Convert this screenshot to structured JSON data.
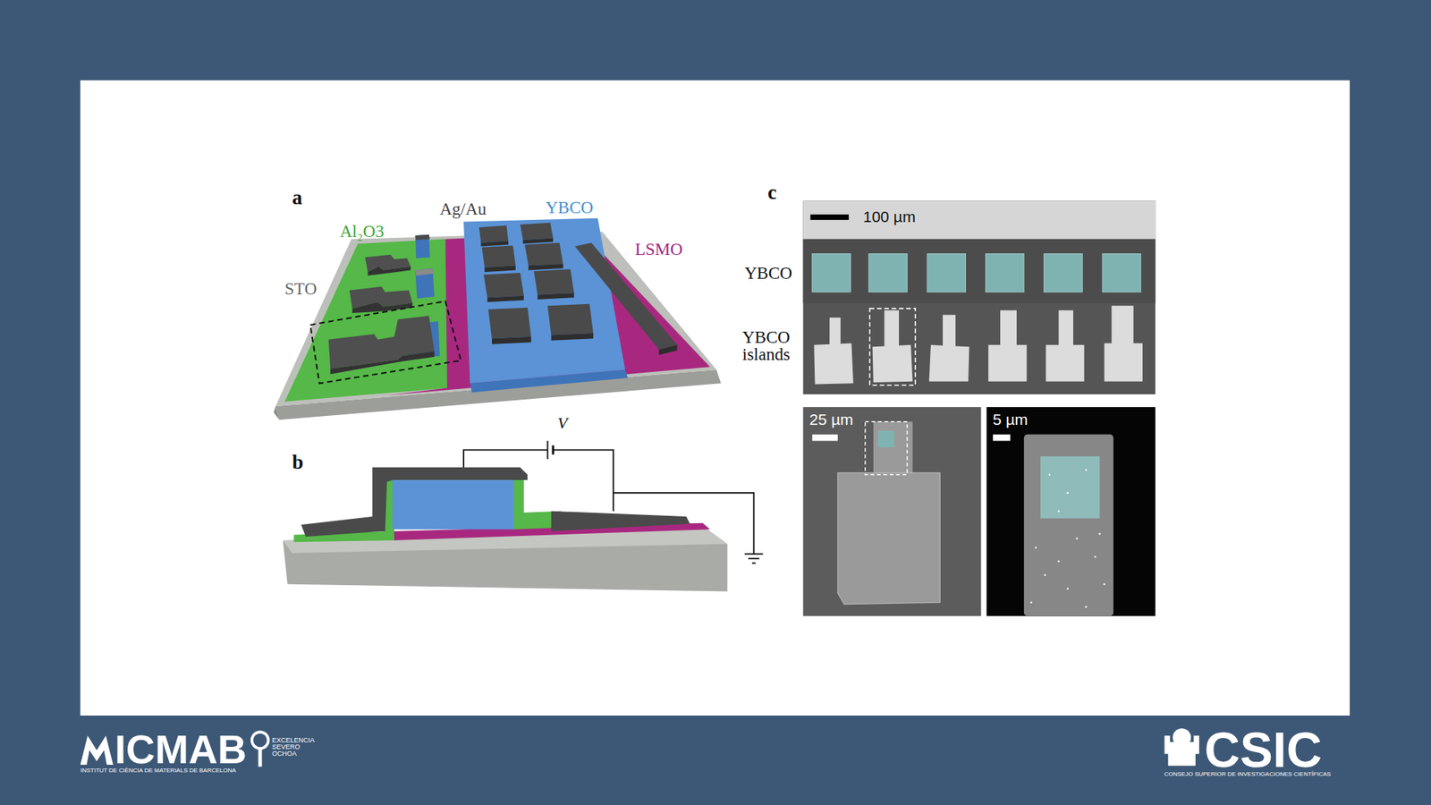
{
  "diagram": {
    "labels": [
      "a",
      "Al₂O3",
      "Ag/Au",
      "YBCO",
      "LSMO",
      "STO",
      "b",
      "V",
      "c",
      "100 µm",
      "YBCO",
      "YBCO islands",
      "25 µm",
      "5 µm",
      "ICMAB",
      "EXCELENCIA SEVERO OCHOA",
      "INSTITUT DE CIÈNCIA DE MATERIALS DE BARCELONA",
      "CSIC",
      "CONSEJO SUPERIOR DE INVESTIGACIONES CIENTÍFICAS"
    ]
  }
}
